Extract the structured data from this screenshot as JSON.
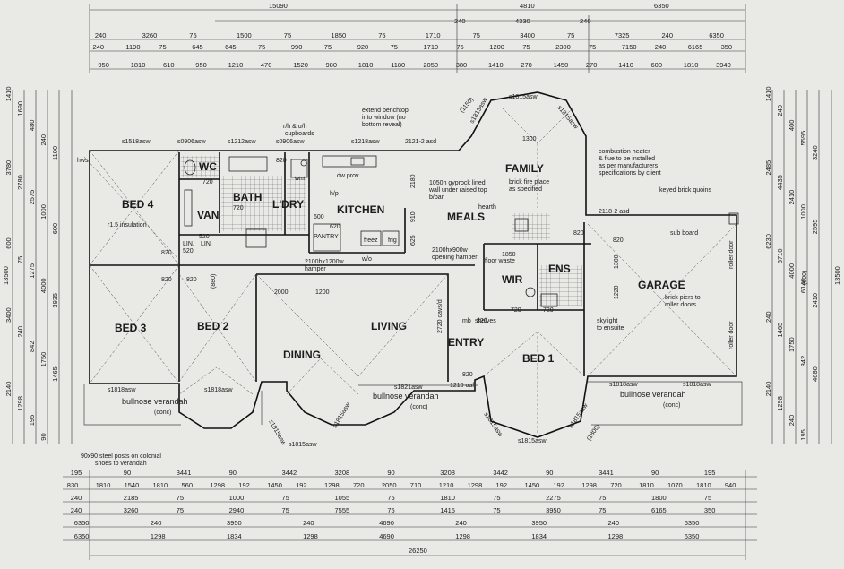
{
  "rooms": {
    "bed4": "BED 4",
    "wc": "WC",
    "bath": "BATH",
    "ldry": "L'DRY",
    "van": "VAN",
    "kitchen": "KITCHEN",
    "meals": "MEALS",
    "family": "FAMILY",
    "wir": "WIR",
    "ens": "ENS",
    "garage": "GARAGE",
    "bed3": "BED 3",
    "bed2": "BED 2",
    "dining": "DINING",
    "living": "LIVING",
    "entry": "ENTRY",
    "bed1": "BED 1"
  },
  "labels": {
    "r1": "r1.5 insulation",
    "lin1": "LIN.",
    "lin1n": "520",
    "lin2": "LIN.",
    "lin2n": "520",
    "wm": "wm",
    "hp": "h/p",
    "dw": "dw prov.",
    "pantry": "PANTRY",
    "freez": "freez",
    "frig": "frig",
    "rh1": "r/h & o/h",
    "rh2": "cupboards",
    "ext1": "extend benchtop",
    "ext2": "into window (no",
    "ext3": "bottom reveal)",
    "gyp1": "1050h gyprock lined",
    "gyp2": "wall under raised top",
    "gyp3": "b/bar",
    "hearth": "hearth",
    "bf1": "brick fire place",
    "bf2": "as specified",
    "ch1": "combustion heater",
    "ch2": "& flue to be installed",
    "ch3": "as per manufacturers",
    "ch4": "specifications by client",
    "kq": "keyed brick quoins",
    "sub": "sub board",
    "wo": "w/o",
    "hamp": "2100hx1200w",
    "hamp2": "hamper",
    "op1": "2100hx900w",
    "op2": "opening hamper",
    "floor": "floor waste",
    "shelves": "shelves",
    "sky1": "skylight",
    "sky2": "to ensuite",
    "bp1": "brick piers to",
    "bp2": "roller doors",
    "rd1": "roller door",
    "rd2": "roller door",
    "cav": "2720 cavs/d",
    "oafr": "1210 oafr",
    "mb": "mb",
    "hws": "hws",
    "posts1": "90x90 steel posts on colonial",
    "posts2": "shoes to verandah",
    "v1": "bullnose verandah",
    "v1c": "(conc)",
    "v2": "bullnose verandah",
    "v2c": "(conc)",
    "v3": "bullnose verandah",
    "v3c": "(conc)",
    "n820a": "820",
    "n820b": "820",
    "n820c": "820",
    "n820d": "820",
    "n820e": "820",
    "n820f": "820",
    "n820g": "820",
    "n820h": "820",
    "n720a": "720",
    "n720b": "720",
    "n720c": "720",
    "n720d": "720",
    "n620": "620",
    "n1300a": "1300",
    "n1300b": "1300",
    "n1220": "1220",
    "n2000": "2000",
    "n1200": "1200",
    "n2180": "2180",
    "n910": "910",
    "n625": "625",
    "n600": "600",
    "n1850": "1850",
    "n880": "(880)",
    "n600b": "(600)",
    "n1150": "(1150)",
    "n1800": "(1800)"
  },
  "sills": {
    "s1": "s1518asw",
    "s2": "s0906asw",
    "s3": "s1212asw",
    "s4": "s0906asw",
    "s5": "s1218asw",
    "s6": "2121-2 asd",
    "s7": "s1815asw",
    "s8": "s1815asw",
    "s9": "s1815asw",
    "s10": "s1815asw",
    "s11": "2118-2 asd",
    "s12": "s1818asw",
    "s13": "s1818asw",
    "s14": "s1815asw",
    "s15": "s1815asw",
    "s16": "s1815asw",
    "s17": "s1821asw",
    "s18": "s1815asw",
    "s19": "s1815asw",
    "s20": "s1815asw",
    "s21": "s1818asw",
    "s22": "s1818asw"
  },
  "top_dims": {
    "r1": [
      "15090"
    ],
    "r2a": [
      "4810",
      "6350"
    ],
    "r3": [
      "240",
      "4330",
      "240"
    ],
    "r4": [
      "240",
      "3260",
      "75",
      "1500",
      "75",
      "1850",
      "75",
      "1710",
      "75",
      "3400",
      "75",
      "7325",
      "240",
      "6350"
    ],
    "r5": [
      "240",
      "1190",
      "75",
      "645",
      "645",
      "75",
      "990",
      "75",
      "920",
      "75",
      "1710",
      "75",
      "1200",
      "75",
      "2300",
      "75",
      "7150",
      "240",
      "6165",
      "350"
    ],
    "r6": [
      "950",
      "1810",
      "610",
      "950",
      "1210",
      "470",
      "1520",
      "980",
      "1810",
      "1180",
      "2050",
      "380",
      "1410",
      "270",
      "1450",
      "270",
      "1410",
      "600",
      "1810",
      "3940"
    ]
  },
  "bottom_dims": {
    "r1": [
      "195",
      "90",
      "3441",
      "90",
      "3442",
      "3208",
      "90",
      "3208",
      "3442",
      "90",
      "3441",
      "90",
      "195"
    ],
    "r2": [
      "830",
      "1810",
      "1540",
      "1810",
      "560",
      "1298",
      "192",
      "1450",
      "192",
      "1298",
      "720",
      "2050",
      "710",
      "1210",
      "1298",
      "192",
      "1450",
      "192",
      "1298",
      "720",
      "1810",
      "1070",
      "1810",
      "940"
    ],
    "r3": [
      "240",
      "2185",
      "75",
      "1000",
      "75",
      "1055",
      "75",
      "1810",
      "75",
      "2275",
      "75",
      "1800",
      "75"
    ],
    "r4": [
      "240",
      "3260",
      "75",
      "2940",
      "75",
      "7555",
      "75",
      "1415",
      "75",
      "3950",
      "75",
      "6165",
      "350"
    ],
    "r5": [
      "6350",
      "240",
      "3950",
      "240",
      "4690",
      "240",
      "3950",
      "240",
      "6350"
    ],
    "r6": [
      "6350",
      "1298",
      "1834",
      "1298",
      "4690",
      "1298",
      "1834",
      "1298",
      "6350"
    ],
    "r7": [
      "26250"
    ]
  },
  "left_dims": {
    "a": [
      "13500"
    ],
    "b": [
      "1410",
      "1690",
      "480",
      "240",
      "1100",
      "3780",
      "2780",
      "2575",
      "1000",
      "600",
      "600",
      "75",
      "1275",
      "4000",
      "3935",
      "3400",
      "240",
      "842",
      "1750",
      "1465",
      "2140",
      "1298",
      "195",
      "90"
    ]
  },
  "right_dims": {
    "a": [
      "13500"
    ],
    "b": [
      "1410",
      "240",
      "400",
      "5595",
      "3240",
      "2485",
      "4435",
      "2410",
      "1000",
      "2595",
      "6230",
      "6710",
      "4000",
      "6140",
      "2410",
      "240",
      "1465",
      "1750",
      "842",
      "4680",
      "2140",
      "1298",
      "240",
      "195"
    ]
  }
}
